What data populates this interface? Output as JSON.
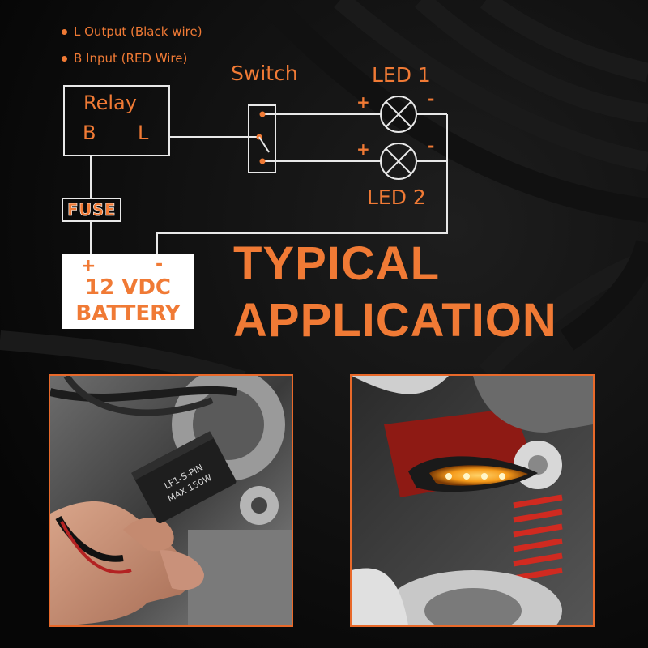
{
  "legend": {
    "l_output": "L Output (Black wire)",
    "b_input": "B Input (RED Wire)"
  },
  "relay": {
    "title": "Relay",
    "b": "B",
    "l": "L"
  },
  "switch_label": "Switch",
  "led1": {
    "label": "LED 1",
    "plus": "+",
    "minus": "-"
  },
  "led2": {
    "label": "LED 2",
    "plus": "+",
    "minus": "-"
  },
  "fuse_label": "FUSE",
  "battery": {
    "plus": "+",
    "minus": "-",
    "line1": "12 VDC",
    "line2": "BATTERY"
  },
  "headline": {
    "line1": "TYPICAL",
    "line2": "APPLICATION"
  },
  "photo_left": {
    "relay_text1": "LF1-S-PIN",
    "relay_text2": "MAX 150W"
  },
  "colors": {
    "accent": "#f07a35",
    "wire": "#e8e8e8",
    "background": "#0b0b0b",
    "photo_border": "#e8692a"
  }
}
